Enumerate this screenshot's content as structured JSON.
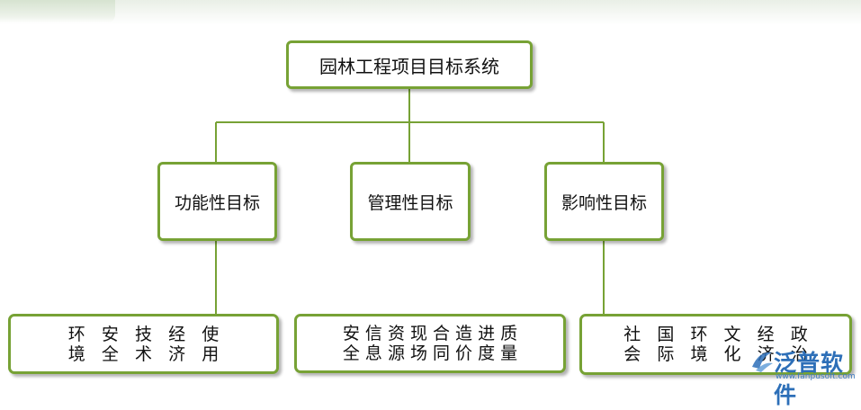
{
  "colors": {
    "border": "#77a235",
    "line": "#77a235",
    "logo": "#2d6fb8"
  },
  "root": {
    "label": "园林工程项目目标系统"
  },
  "categories": [
    {
      "label": "功能性目标",
      "items": [
        [
          "环",
          "境"
        ],
        [
          "安",
          "全"
        ],
        [
          "技",
          "术"
        ],
        [
          "经",
          "济"
        ],
        [
          "使",
          "用"
        ]
      ]
    },
    {
      "label": "管理性目标",
      "items": [
        [
          "安",
          "全"
        ],
        [
          "信",
          "息"
        ],
        [
          "资",
          "源"
        ],
        [
          "现",
          "场"
        ],
        [
          "合",
          "同"
        ],
        [
          "造",
          "价"
        ],
        [
          "进",
          "度"
        ],
        [
          "质",
          "量"
        ]
      ]
    },
    {
      "label": "影响性目标",
      "items": [
        [
          "社",
          "会"
        ],
        [
          "国",
          "际"
        ],
        [
          "环",
          "境"
        ],
        [
          "文",
          "化"
        ],
        [
          "经",
          "济"
        ],
        [
          "政",
          "治"
        ]
      ]
    }
  ],
  "leaves": [
    {
      "line1": "环   安   技   经   使",
      "line2": "境   全   术   济   用"
    },
    {
      "line1": "安 信 资 现 合 造 进 质",
      "line2": "全 息 源 场 同 价 度 量"
    },
    {
      "line1": "社   国   环   文   经   政",
      "line2": "会   际   境   化   济   治"
    }
  ],
  "watermark": {
    "brand": "泛普软件",
    "url": "www.fanpusoft.com",
    "icon": "fanpu-logo-icon"
  }
}
